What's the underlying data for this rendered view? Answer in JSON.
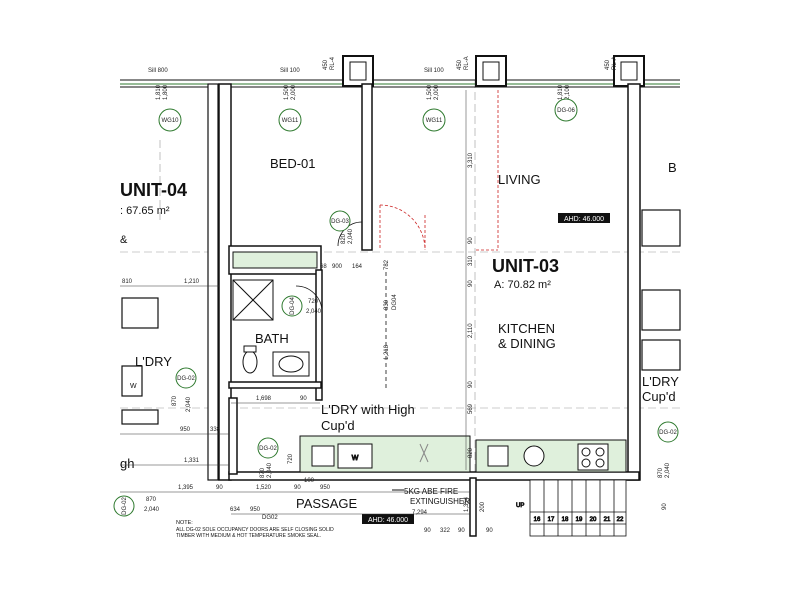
{
  "colors": {
    "wall": "#111111",
    "wall_fill": "#ffffff",
    "door_swing_red": "#cc2222",
    "window_green": "#2f7a2f",
    "joinery_green": "#dff0dc",
    "grid_dash": "#999999"
  },
  "units": {
    "unit04": {
      "name": "UNIT-04",
      "area": ": 67.65 m²",
      "amp": "&"
    },
    "unit03": {
      "name": "UNIT-03",
      "area": "A: 70.82 m²"
    }
  },
  "rooms": {
    "bed01": "BED-01",
    "living": "LIVING",
    "kitchen_line1": "KITCHEN",
    "kitchen_line2": "& DINING",
    "bath": "BATH",
    "ldry_left": "L'DRY",
    "ldry_main_line1": "L'DRY with High",
    "ldry_main_line2": "Cup'd",
    "ldry_right_line1": "L'DRY",
    "ldry_right_line2": "Cup'd",
    "passage": "PASSAGE",
    "right_b": "B",
    "left_gh": "gh"
  },
  "window_tags": [
    "WG10",
    "WG11",
    "WG11",
    "DG-06"
  ],
  "door_tags": [
    "DG-03",
    "DG-04",
    "DG-02",
    "DG-02",
    "DG-02",
    "DG-02"
  ],
  "sill_labels": [
    "Sill 800",
    "Sill 100",
    "Sill 100"
  ],
  "ahd": {
    "living": "AHD: 46.000",
    "passage": "AHD: 46.000"
  },
  "fire": {
    "line1": "5KG ABE FIRE",
    "line2": "EXTINGUISHER"
  },
  "note": {
    "title": "NOTE:",
    "line1": "ALL DG-02 SOLE OCCUPANCY DOORS ARE SELF CLOSING SOLID",
    "line2": "TIMBER WITH MEDIUM & HOT TEMPERATURE SMOKE SEAL."
  },
  "stair": {
    "up": "UP",
    "steps": [
      "16",
      "17",
      "18",
      "19",
      "20",
      "21",
      "22"
    ]
  },
  "fixtures": {
    "w1": "W",
    "w2": "W"
  },
  "dims": {
    "win_h1": [
      "1,810",
      "1,800"
    ],
    "win_h2": [
      "1,500",
      "2,000"
    ],
    "win_h3": [
      "1,500",
      "2,000"
    ],
    "win_h4": [
      "1,810",
      "2,100"
    ],
    "head_marks": [
      "450",
      "RL-4",
      "450",
      "RL-A",
      "450",
      "RL-A"
    ],
    "left_row": [
      "810",
      "1,210"
    ],
    "bed_door": [
      "820",
      "2,040"
    ],
    "bath_door": [
      "720",
      "2,040"
    ],
    "hall": [
      "68",
      "900",
      "164",
      "782"
    ],
    "vertical_mid": [
      "830",
      "DG04",
      "1,218"
    ],
    "right_col": [
      "3,310",
      "90",
      "310",
      "90",
      "2,110",
      "90",
      "569",
      "820"
    ],
    "ldry_row": [
      "1,698",
      "90"
    ],
    "left_mid": [
      "870",
      "2,040",
      "950",
      "338"
    ],
    "left_low": [
      "1,331"
    ],
    "bottom_row": [
      "1,395",
      "90",
      "1,520",
      "90",
      "100",
      "950"
    ],
    "bottom_row2": [
      "870",
      "2,040",
      "634",
      "950",
      "DG02"
    ],
    "passage_dim": [
      "7,294"
    ],
    "ldry_door": [
      "870",
      "2,040",
      "720"
    ],
    "kitchen_bottom": [
      "90",
      "322",
      "90"
    ],
    "right_bottom": [
      "870",
      "2,040"
    ],
    "stair_dims": [
      "1,354",
      "200",
      "90",
      "90"
    ]
  }
}
